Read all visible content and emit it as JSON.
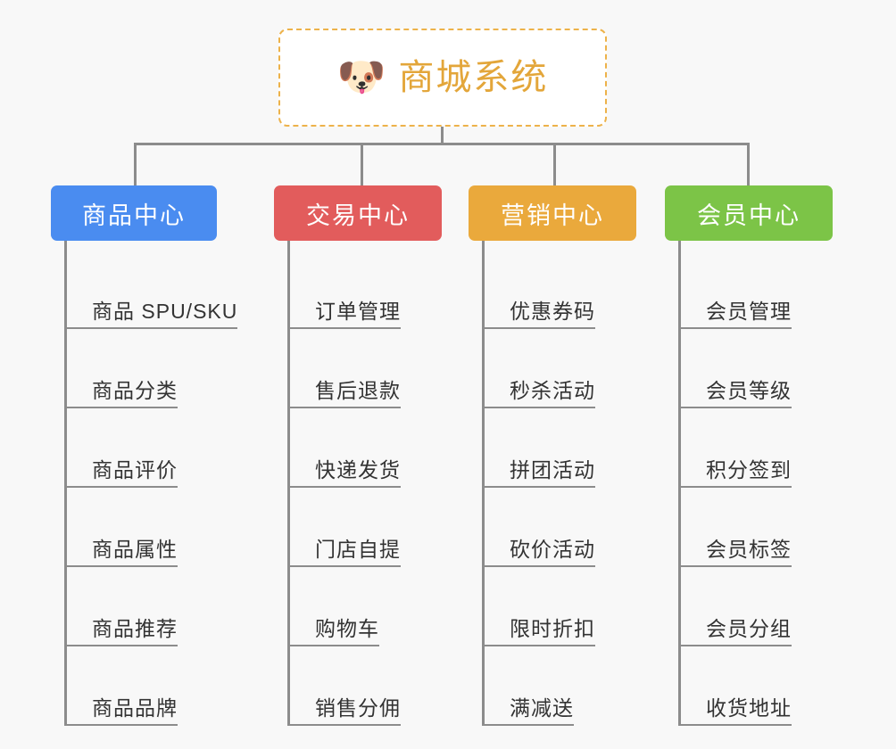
{
  "page": {
    "background_color": "#f8f8f8",
    "connector_color": "#8c8c8c"
  },
  "root": {
    "icon": "shiba-dog-emoji",
    "emoji": "🐶",
    "title": "商城系统",
    "title_color": "#e3a63a",
    "border_color": "#edb24a",
    "border_style": "dashed"
  },
  "columns": [
    {
      "title": "商品中心",
      "color": "#4a8cf0",
      "items": [
        {
          "label": "商品 SPU/SKU"
        },
        {
          "label": "商品分类"
        },
        {
          "label": "商品评价"
        },
        {
          "label": "商品属性"
        },
        {
          "label": "商品推荐"
        },
        {
          "label": "商品品牌"
        }
      ]
    },
    {
      "title": "交易中心",
      "color": "#e25c5c",
      "items": [
        {
          "label": "订单管理"
        },
        {
          "label": "售后退款"
        },
        {
          "label": "快递发货"
        },
        {
          "label": "门店自提"
        },
        {
          "label": "购物车"
        },
        {
          "label": "销售分佣"
        }
      ]
    },
    {
      "title": "营销中心",
      "color": "#eaa93c",
      "items": [
        {
          "label": "优惠券码"
        },
        {
          "label": "秒杀活动"
        },
        {
          "label": "拼团活动"
        },
        {
          "label": "砍价活动"
        },
        {
          "label": "限时折扣"
        },
        {
          "label": "满减送"
        }
      ]
    },
    {
      "title": "会员中心",
      "color": "#7cc champion"
    }
  ]
}
